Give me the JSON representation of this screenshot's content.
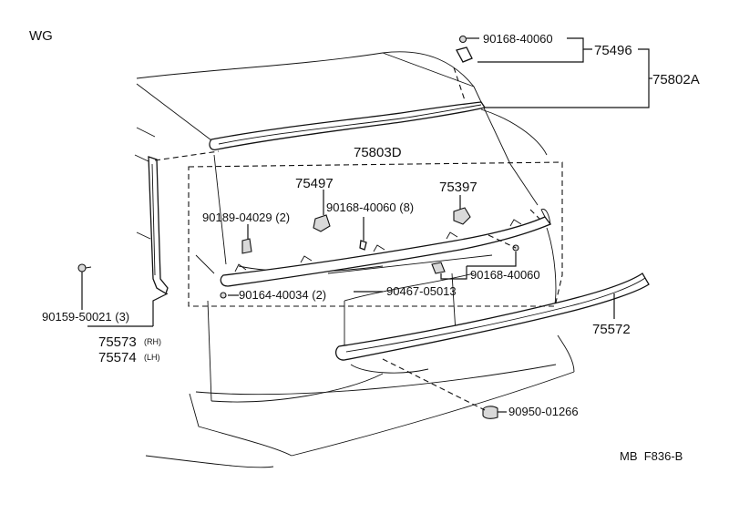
{
  "header": {
    "model_code": "WG"
  },
  "footer": {
    "ref": "MB  F836-B"
  },
  "labels": {
    "p90168_40060_top": "90168-40060",
    "p75496": "75496",
    "p75802A": "75802A",
    "p75803D": "75803D",
    "p75497": "75497",
    "p75397": "75397",
    "p90189_04029": "90189-04029 (2)",
    "p90168_40060_8": "90168-40060 (8)",
    "p90168_40060_mid": "90168-40060",
    "p90164_40034": "90164-40034 (2)",
    "p90467_05013": "90467-05013",
    "p90159_50021": "90159-50021 (3)",
    "p75573": "75573",
    "p75573_side": "(RH)",
    "p75574": "75574",
    "p75574_side": "(LH)",
    "p75572": "75572",
    "p90950_01266": "90950-01266"
  }
}
